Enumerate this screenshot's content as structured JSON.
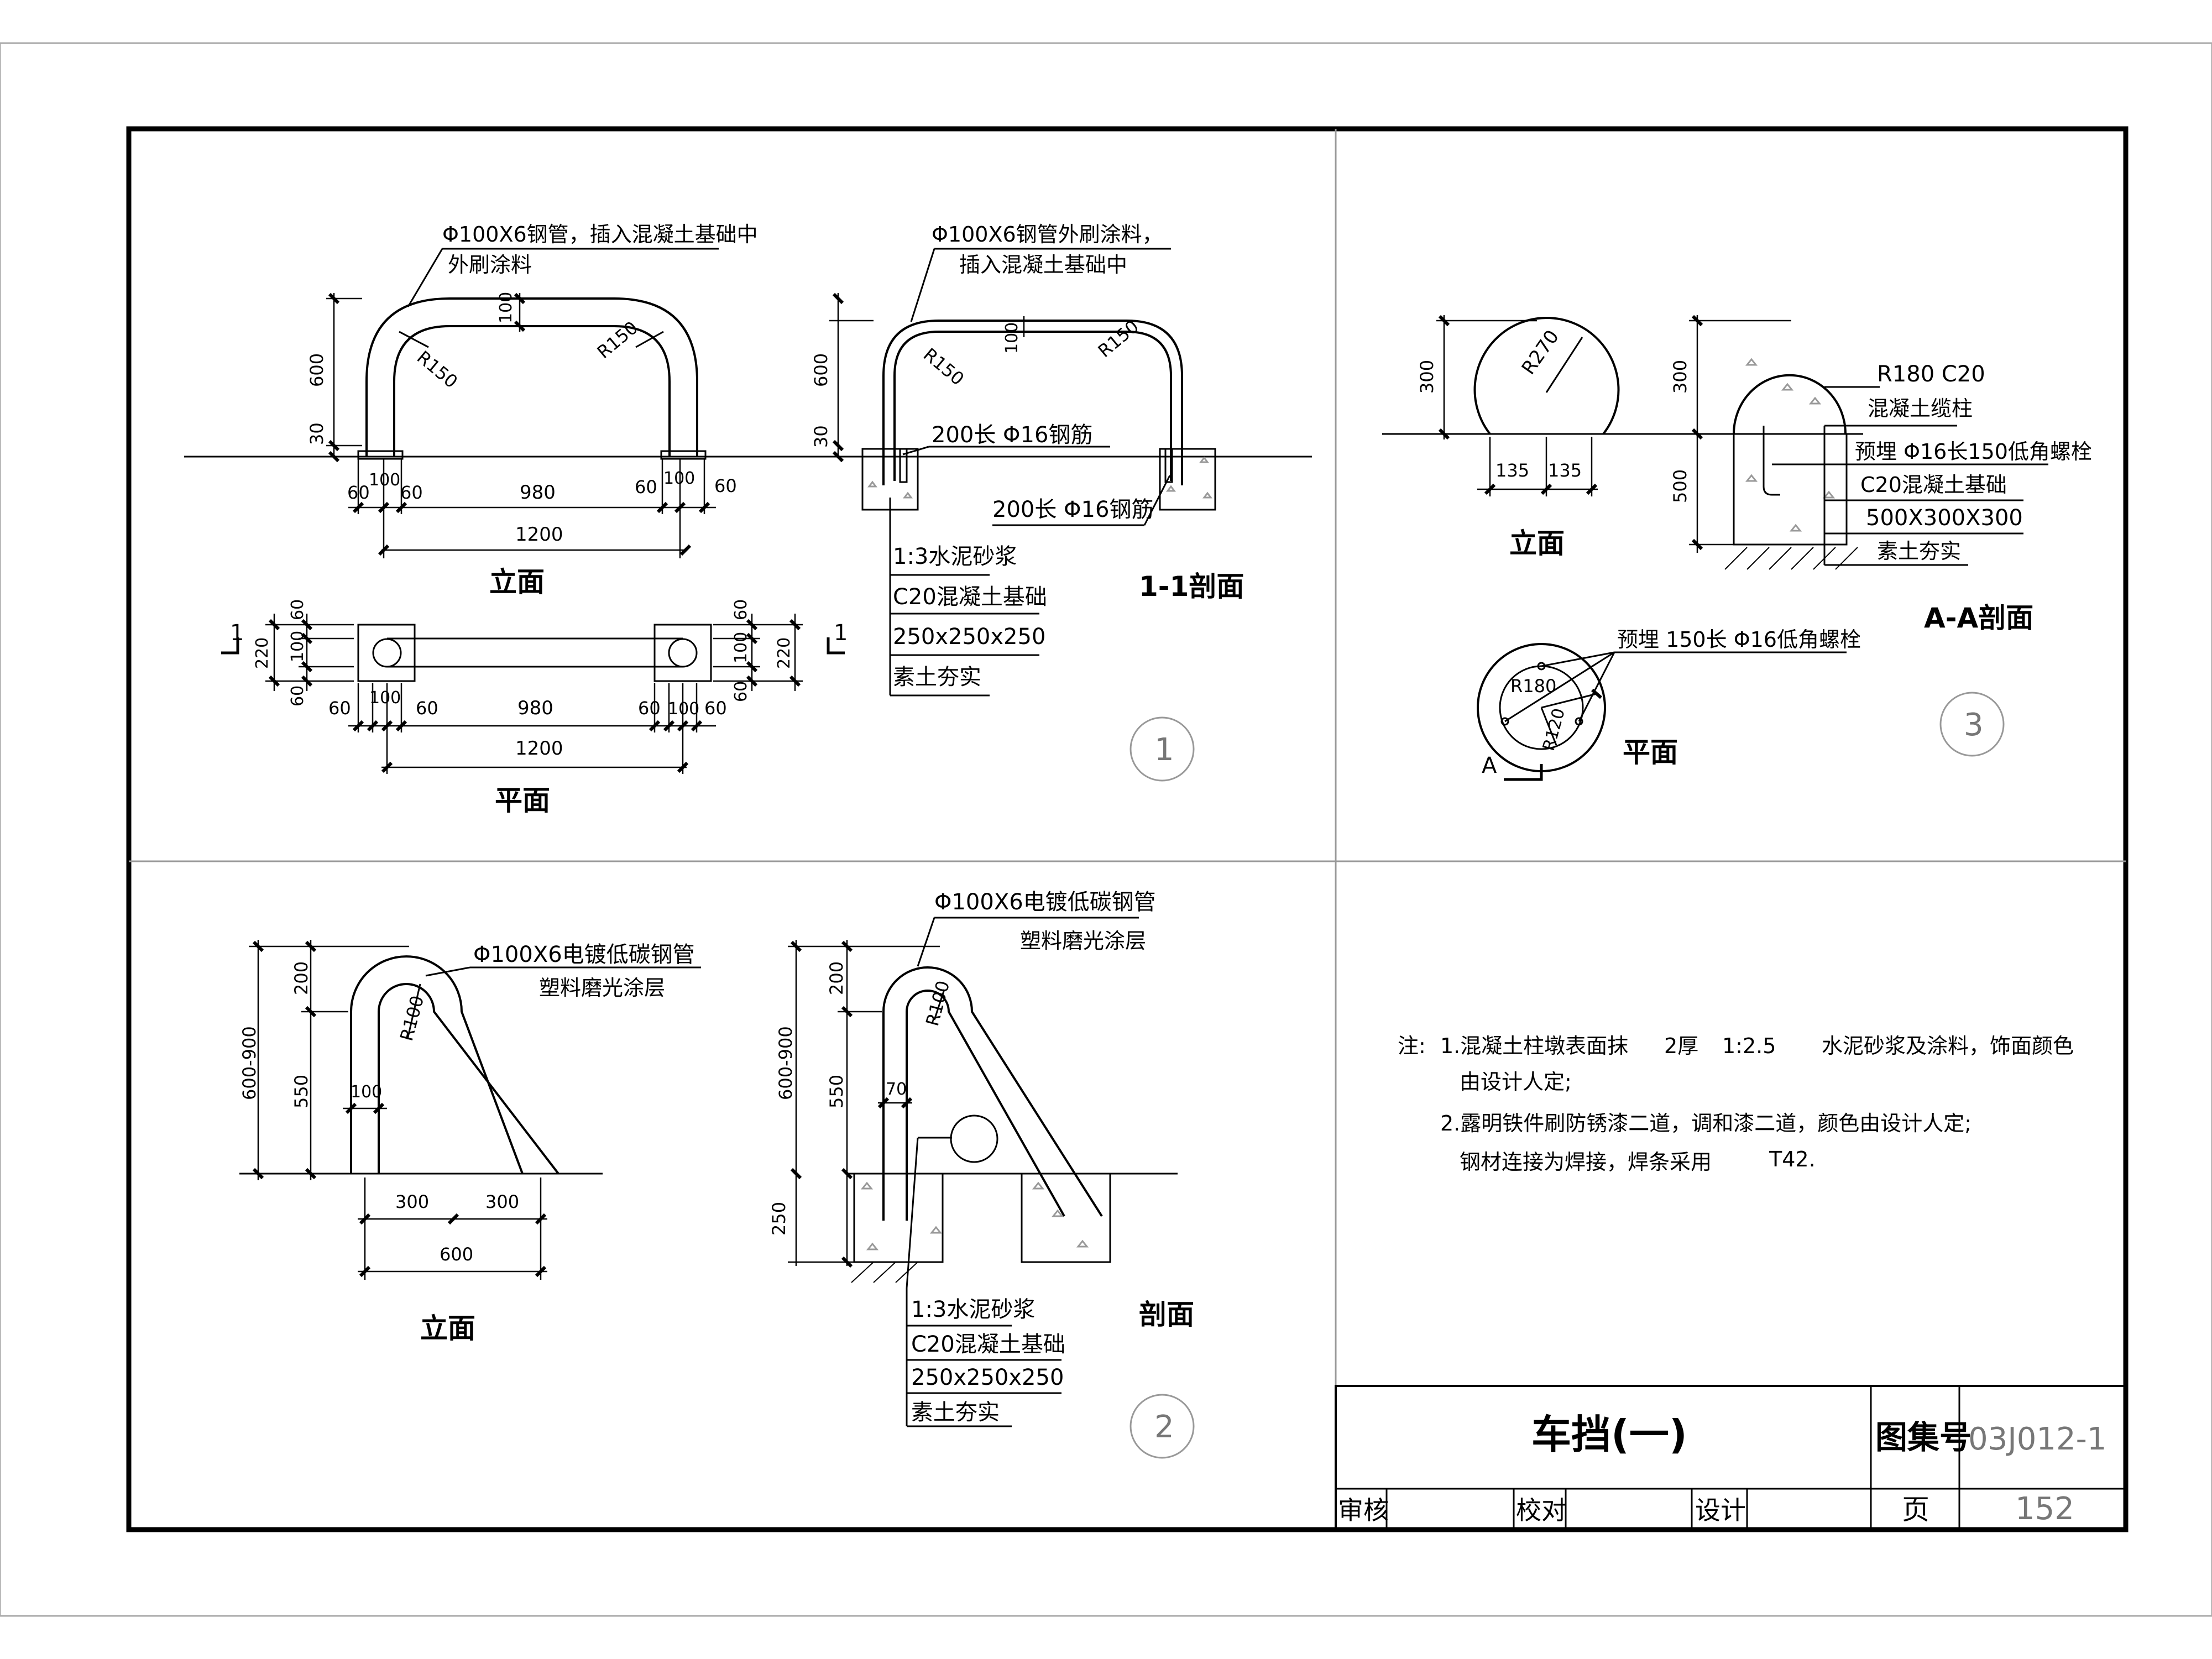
{
  "sheet": {
    "title": "车挡(一)",
    "atlas_label": "图集号",
    "atlas_no": "03J012-1",
    "page_label": "页",
    "page_no": "152",
    "review_label": "审核",
    "check_label": "校对",
    "design_label": "设计"
  },
  "detail1": {
    "number": "1",
    "elev_label1": "Φ100X6钢管，插入混凝土基础中",
    "elev_label2": "外刷涂料",
    "sec_label1": "Φ100X6钢管外刷涂料，",
    "sec_label2": "插入混凝土基础中",
    "bar_label1": "200长 Φ16钢筋",
    "bar_label2": "200长  Φ16钢筋",
    "mortar": "1:3水泥砂浆",
    "base": "C20混凝土基础",
    "base_size": "250x250x250",
    "soil": "素土夯实",
    "elevation_title": "立面",
    "section_title": "1-1剖面",
    "plan_title": "平面",
    "cut_mark": "1",
    "r_left": "R150",
    "r_right": "R150",
    "sr_left": "R150",
    "sr_right": "R150",
    "d600": "600",
    "d30": "30",
    "d100": "100",
    "s600": "600",
    "s30": "30",
    "s100": "100",
    "e60a": "60",
    "e100a": "100",
    "e60b": "60",
    "e980": "980",
    "e60c": "60",
    "e100b": "100",
    "e60d": "60",
    "e1200": "1200",
    "p60a": "60",
    "p100a": "100",
    "p60b": "60",
    "p980": "980",
    "p60c": "60",
    "p100b": "100",
    "p60d": "60",
    "p1200": "1200",
    "pl60a": "60",
    "pl100": "100",
    "pl60b": "60",
    "pl220": "220",
    "pr60a": "60",
    "pr100": "100",
    "pr60b": "60",
    "pr220": "220"
  },
  "detail2": {
    "number": "2",
    "pipe_label1": "Φ100X6电镀低碳钢管",
    "pipe_label2": "塑料磨光涂层",
    "sec_pipe_label1": "Φ100X6电镀低碳钢管",
    "sec_pipe_label2": "塑料磨光涂层",
    "r100a": "R100",
    "r100b": "R100",
    "h200": "200",
    "h550": "550",
    "h600900": "600-900",
    "w100": "100",
    "w300a": "300",
    "w300b": "300",
    "w600": "600",
    "sh200": "200",
    "sh550": "550",
    "sh600900": "600-900",
    "sh250": "250",
    "s70": "70",
    "mortar": "1:3水泥砂浆",
    "base": "C20混凝土基础",
    "base_size": "250x250x250",
    "soil": "素土夯实",
    "elevation_title": "立面",
    "section_title": "剖面"
  },
  "detail3": {
    "number": "3",
    "r270": "R270",
    "d300": "300",
    "d135a": "135",
    "d135b": "135",
    "elevation_title": "立面",
    "label_r180": "R180 C20",
    "label_col": "混凝土缆柱",
    "label_bolt": "预埋  Φ16长150低角螺栓",
    "label_base": "C20混凝土基础",
    "label_base_size": "500X300X300",
    "label_soil": "素土夯实",
    "s300": "300",
    "s500": "500",
    "section_title": "A-A剖面",
    "plan_bolt": "预埋 150长 Φ16低角螺栓",
    "plan_r180": "R180",
    "plan_r120": "R120",
    "plan_title": "平面",
    "cut_mark": "A"
  },
  "notes": {
    "prefix": "注:",
    "n1a": "1.混凝土柱墩表面抹",
    "n1b": "2厚",
    "n1c": "1:2.5",
    "n1d": "水泥砂浆及涂料，饰面颜色",
    "n1e": "由设计人定;",
    "n2a": "2.露明铁件刷防锈漆二道，调和漆二道，颜色由设计人定;",
    "n2b": "钢材连接为焊接，焊条采用",
    "n2c": "T42."
  }
}
